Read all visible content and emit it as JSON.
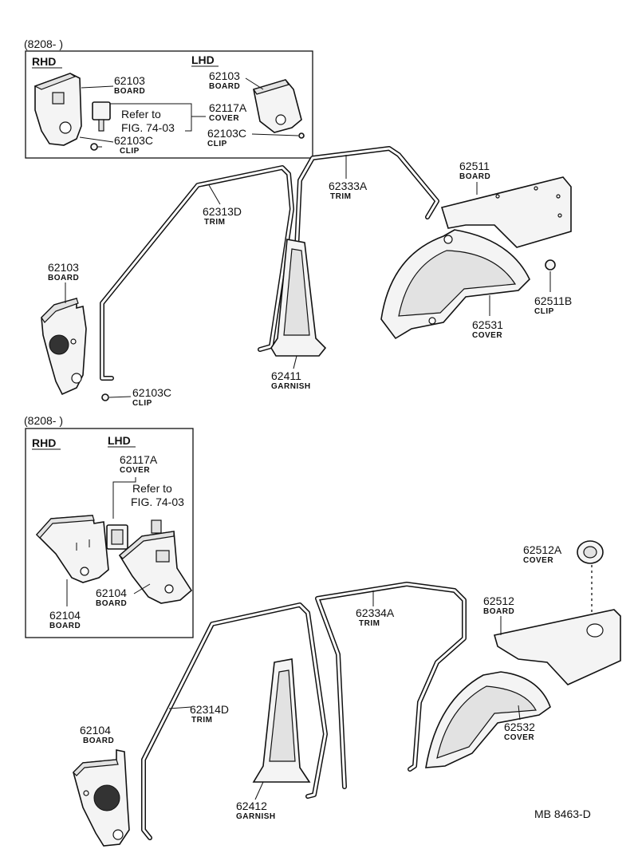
{
  "diagram_code": "MB  8463-D",
  "top": {
    "date_note": "(8208-        )",
    "rhd": "RHD",
    "lhd": "LHD",
    "inset": {
      "rhd_board_pn": "62103",
      "rhd_board_nm": "BOARD",
      "refer_line1": "Refer to",
      "refer_line2": "FIG. 74-03",
      "cover_pn": "62117A",
      "cover_nm": "COVER",
      "rhd_clip_pn": "62103C",
      "rhd_clip_nm": "CLIP",
      "lhd_board_pn": "62103",
      "lhd_board_nm": "BOARD",
      "lhd_clip_pn": "62103C",
      "lhd_clip_nm": "CLIP"
    },
    "board_pn": "62103",
    "board_nm": "BOARD",
    "clip_pn": "62103C",
    "clip_nm": "CLIP",
    "trim_front_pn": "62313D",
    "trim_front_nm": "TRIM",
    "trim_rear_pn": "62333A",
    "trim_rear_nm": "TRIM",
    "garnish_pn": "62411",
    "garnish_nm": "GARNISH",
    "quarter_board_pn": "62511",
    "quarter_board_nm": "BOARD",
    "quarter_clip_pn": "62511B",
    "quarter_clip_nm": "CLIP",
    "wheel_cover_pn": "62531",
    "wheel_cover_nm": "COVER"
  },
  "bottom": {
    "date_note": "(8208-        )",
    "rhd": "RHD",
    "lhd": "LHD",
    "inset": {
      "cover_pn": "62117A",
      "cover_nm": "COVER",
      "refer_line1": "Refer to",
      "refer_line2": "FIG. 74-03",
      "rhd_board_pn": "62104",
      "rhd_board_nm": "BOARD",
      "lhd_board_pn": "62104",
      "lhd_board_nm": "BOARD"
    },
    "board_pn": "62104",
    "board_nm": "BOARD",
    "trim_front_pn": "62314D",
    "trim_front_nm": "TRIM",
    "trim_rear_pn": "62334A",
    "trim_rear_nm": "TRIM",
    "garnish_pn": "62412",
    "garnish_nm": "GARNISH",
    "plug_pn": "62512A",
    "plug_nm": "COVER",
    "quarter_board_pn": "62512",
    "quarter_board_nm": "BOARD",
    "wheel_cover_pn": "62532",
    "wheel_cover_nm": "COVER"
  }
}
